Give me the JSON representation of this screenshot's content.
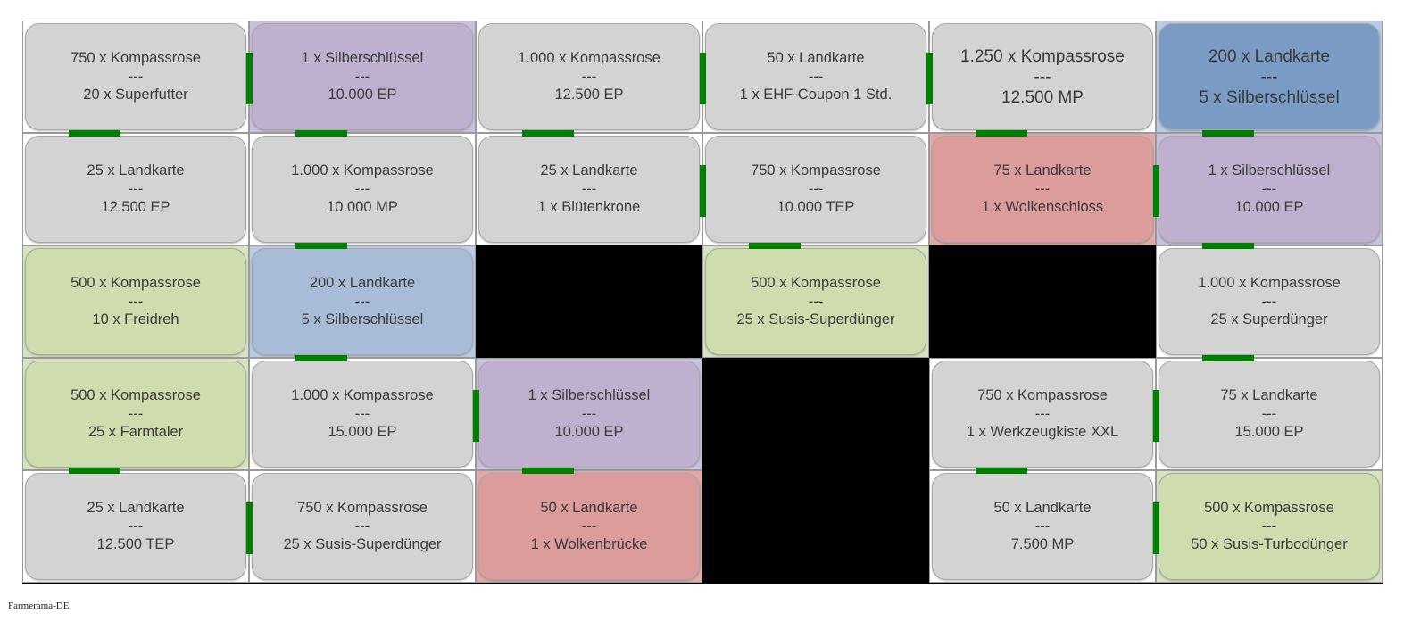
{
  "board": {
    "rows": [
      [
        {
          "line1": "750 x Kompassrose",
          "sep": "---",
          "line2": "20 x Superfutter",
          "color": "gray"
        },
        {
          "line1": "1 x Silberschlüssel",
          "sep": "---",
          "line2": "10.000 EP",
          "color": "purple"
        },
        {
          "line1": "1.000 x Kompassrose",
          "sep": "---",
          "line2": "12.500 EP",
          "color": "gray"
        },
        {
          "line1": "50 x Landkarte",
          "sep": "---",
          "line2": "1 x EHF-Coupon 1 Std.",
          "color": "gray"
        },
        {
          "line1": "1.250 x Kompassrose",
          "sep": "---",
          "line2": "12.500 MP",
          "color": "gray"
        },
        {
          "line1": "200 x Landkarte",
          "sep": "---",
          "line2": "5 x Silberschlüssel",
          "color": "blue-dark"
        }
      ],
      [
        {
          "line1": "25 x Landkarte",
          "sep": "---",
          "line2": "12.500 EP",
          "color": "gray"
        },
        {
          "line1": "1.000 x Kompassrose",
          "sep": "---",
          "line2": "10.000 MP",
          "color": "gray"
        },
        {
          "line1": "25 x Landkarte",
          "sep": "---",
          "line2": "1 x Blütenkrone",
          "color": "gray"
        },
        {
          "line1": "750 x Kompassrose",
          "sep": "---",
          "line2": "10.000 TEP",
          "color": "gray"
        },
        {
          "line1": "75 x Landkarte",
          "sep": "---",
          "line2": "1 x Wolkenschloss",
          "color": "red"
        },
        {
          "line1": "1 x Silberschlüssel",
          "sep": "---",
          "line2": "10.000 EP",
          "color": "purple"
        }
      ],
      [
        {
          "line1": "500 x Kompassrose",
          "sep": "---",
          "line2": "10 x Freidreh",
          "color": "green"
        },
        {
          "line1": "200 x Landkarte",
          "sep": "---",
          "line2": "5 x Silberschlüssel",
          "color": "blue"
        },
        null,
        {
          "line1": "500 x Kompassrose",
          "sep": "---",
          "line2": "25 x Susis-Superdünger",
          "color": "green"
        },
        null,
        {
          "line1": "1.000 x Kompassrose",
          "sep": "---",
          "line2": "25 x Superdünger",
          "color": "gray"
        }
      ],
      [
        {
          "line1": "500 x Kompassrose",
          "sep": "---",
          "line2": "25 x Farmtaler",
          "color": "green"
        },
        {
          "line1": "1.000 x Kompassrose",
          "sep": "---",
          "line2": "15.000 EP",
          "color": "gray"
        },
        {
          "line1": "1 x Silberschlüssel",
          "sep": "---",
          "line2": "10.000 EP",
          "color": "purple"
        },
        null,
        {
          "line1": "750 x Kompassrose",
          "sep": "---",
          "line2": "1 x Werkzeugkiste XXL",
          "color": "gray"
        },
        {
          "line1": "75 x Landkarte",
          "sep": "---",
          "line2": "15.000 EP",
          "color": "gray"
        }
      ],
      [
        {
          "line1": "25 x Landkarte",
          "sep": "---",
          "line2": "12.500 TEP",
          "color": "gray"
        },
        {
          "line1": "750 x Kompassrose",
          "sep": "---",
          "line2": "25 x Susis-Superdünger",
          "color": "gray"
        },
        {
          "line1": "50 x Landkarte",
          "sep": "---",
          "line2": "1 x Wolkenbrücke",
          "color": "red"
        },
        null,
        {
          "line1": "50 x Landkarte",
          "sep": "---",
          "line2": "7.500 MP",
          "color": "gray"
        },
        {
          "line1": "500 x Kompassrose",
          "sep": "---",
          "line2": "50 x Susis-Turbodünger",
          "color": "green"
        }
      ]
    ],
    "connector_color": "#008000"
  },
  "footer": {
    "label": "Farmerama-DE"
  }
}
